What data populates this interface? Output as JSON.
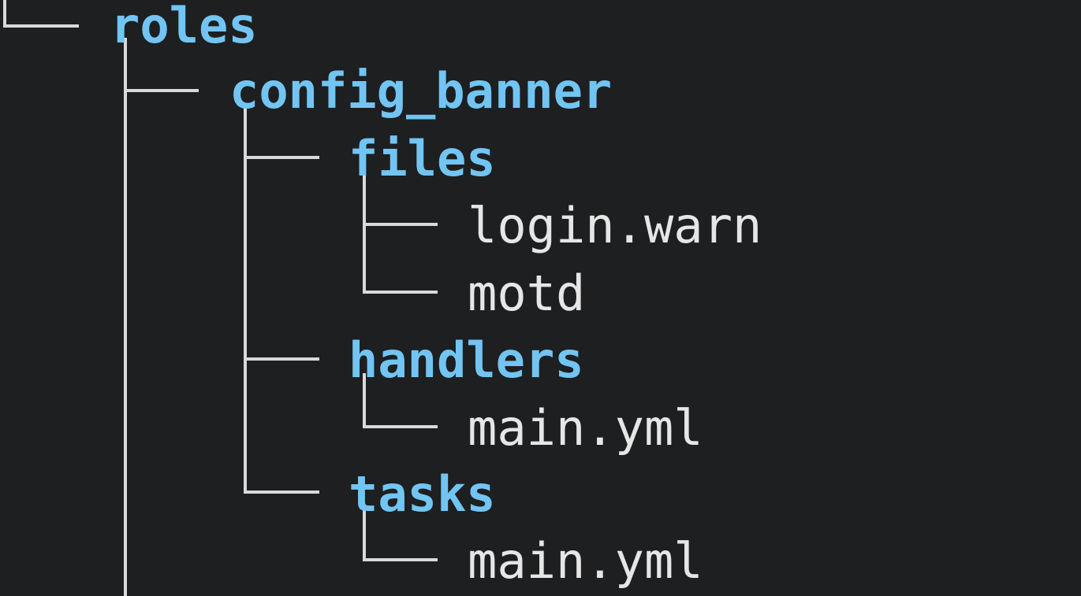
{
  "terminal": {
    "command_output_type": "tree",
    "background_color": "#1d1f21",
    "line_color": "#d9d9d9",
    "directory_color": "#72c5f2",
    "file_color": "#e6e6e6"
  },
  "tree": {
    "nodes": [
      {
        "id": "roles",
        "label": "roles",
        "type": "dir",
        "depth": 0
      },
      {
        "id": "config_banner",
        "label": "config_banner",
        "type": "dir",
        "depth": 1
      },
      {
        "id": "files",
        "label": "files",
        "type": "dir",
        "depth": 2
      },
      {
        "id": "login_warn",
        "label": "login.warn",
        "type": "file",
        "depth": 3
      },
      {
        "id": "motd",
        "label": "motd",
        "type": "file",
        "depth": 3
      },
      {
        "id": "handlers",
        "label": "handlers",
        "type": "dir",
        "depth": 2
      },
      {
        "id": "handlers_main",
        "label": "main.yml",
        "type": "file",
        "depth": 3
      },
      {
        "id": "tasks",
        "label": "tasks",
        "type": "dir",
        "depth": 2
      },
      {
        "id": "tasks_main",
        "label": "main.yml",
        "type": "file",
        "depth": 3
      }
    ]
  }
}
